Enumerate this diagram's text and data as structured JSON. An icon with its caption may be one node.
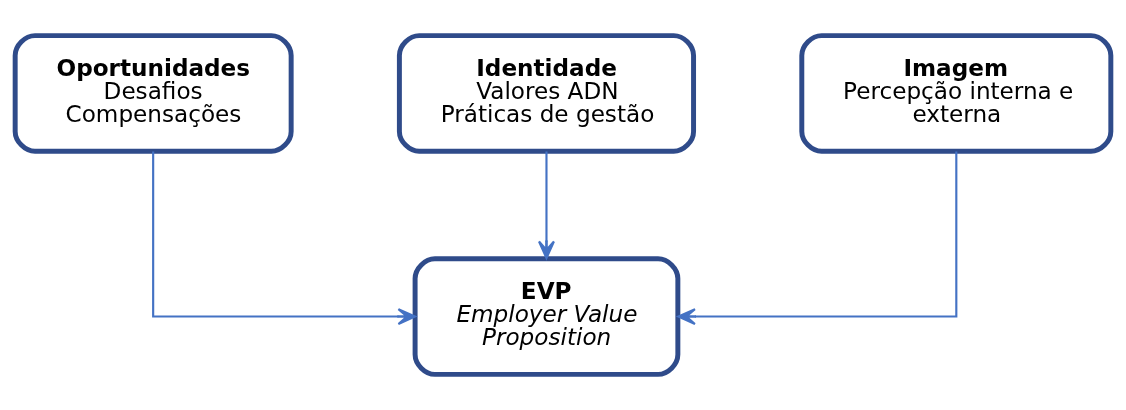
{
  "diagram": {
    "nodes": [
      {
        "text": [
          "Oportunidades",
          "Desafios",
          "Compensações"
        ]
      },
      {
        "text": [
          "Identidade",
          "Valores ADN",
          "Práticas de gestão"
        ]
      },
      {
        "text": [
          "Imagem",
          "Percepção interna e externa"
        ]
      },
      {
        "text": [
          "EVP",
          "Employer Value Proposition"
        ]
      }
    ],
    "edges": [
      {
        "from": 0,
        "to": 3,
        "arrow": "to"
      },
      {
        "from": 1,
        "to": 3,
        "arrow": "to"
      },
      {
        "from": 2,
        "to": 3,
        "arrow": "to"
      }
    ]
  }
}
